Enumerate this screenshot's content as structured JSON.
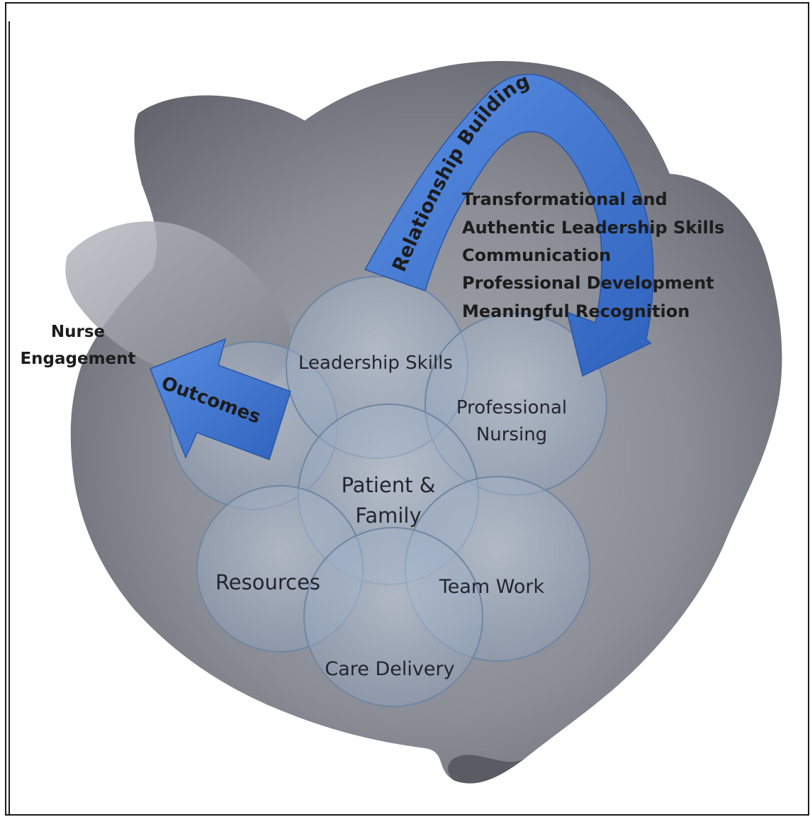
{
  "diagram": {
    "circles": {
      "leadership": "Leadership Skills",
      "professional_line1": "Professional",
      "professional_line2": "Nursing",
      "patient_line1": "Patient &",
      "patient_line2": "Family",
      "resources": "Resources",
      "teamwork": "Team Work",
      "care_delivery": "Care Delivery"
    },
    "arrows": {
      "relationship_building": "Relationship Building",
      "outcomes": "Outcomes"
    },
    "nurse_engagement": {
      "line1": "Nurse",
      "line2": "Engagement"
    },
    "relationship_items": [
      "Transformational and",
      "Authentic Leadership Skills",
      "Communication",
      "Professional Development",
      "Meaningful Recognition"
    ],
    "colors": {
      "arrow_blue": "#3f79d6",
      "hands_gray": "#8d8f97",
      "circle_fill": "#a9bcd0",
      "circle_stroke": "#6f86a3"
    }
  }
}
